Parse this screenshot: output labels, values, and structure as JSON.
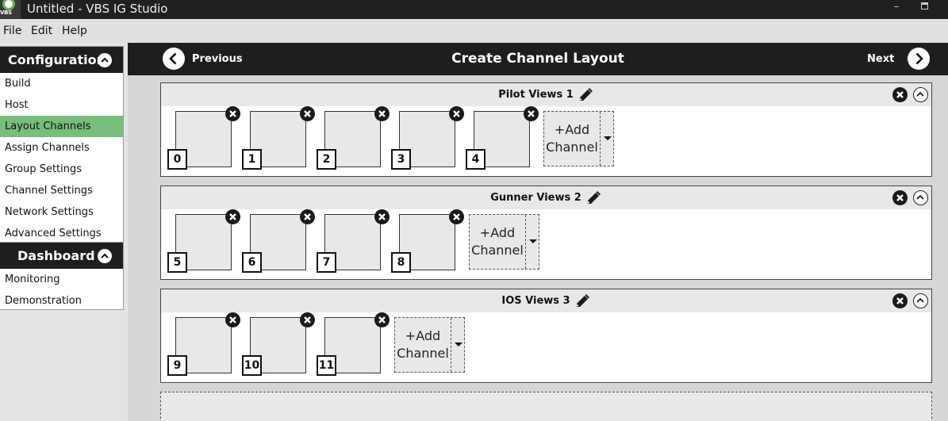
{
  "window": {
    "title": "Untitled - VBS IG Studio",
    "app_icon_text": "VBS",
    "minimize_label": "–"
  },
  "menu": [
    {
      "label": "File"
    },
    {
      "label": "Edit"
    },
    {
      "label": "Help"
    }
  ],
  "sidebar": {
    "sections": [
      {
        "title": "Configuration",
        "items": [
          {
            "label": "Build",
            "active": false
          },
          {
            "label": "Host",
            "active": false
          },
          {
            "label": "Layout Channels",
            "active": true
          },
          {
            "label": "Assign Channels",
            "active": false
          },
          {
            "label": "Group Settings",
            "active": false
          },
          {
            "label": "Channel Settings",
            "active": false
          },
          {
            "label": "Network Settings",
            "active": false
          },
          {
            "label": "Advanced Settings",
            "active": false
          }
        ]
      },
      {
        "title": "Dashboard",
        "items": [
          {
            "label": "Monitoring",
            "active": false
          },
          {
            "label": "Demonstration",
            "active": false
          }
        ]
      }
    ]
  },
  "header": {
    "previous_label": "Previous",
    "title": "Create Channel Layout",
    "next_label": "Next"
  },
  "groups": [
    {
      "title": "Pilot Views 1",
      "channels": [
        "0",
        "1",
        "2",
        "3",
        "4"
      ]
    },
    {
      "title": "Gunner Views 2",
      "channels": [
        "5",
        "6",
        "7",
        "8"
      ]
    },
    {
      "title": "IOS Views 3",
      "channels": [
        "9",
        "10",
        "11"
      ]
    }
  ],
  "add_channel": {
    "line1": "+Add",
    "line2": "Channel"
  },
  "colors": {
    "dark_bar": "#1e1e1e",
    "active_item": "#79bd7d",
    "panel_bg": "#d6d6d6"
  },
  "icons": {
    "previous": "chevron-left-circle-icon",
    "next": "chevron-right-circle-icon",
    "edit": "pencil-icon",
    "remove": "close-circle-icon",
    "collapse": "chevron-up-circle-icon",
    "dropdown": "caret-down-icon"
  }
}
